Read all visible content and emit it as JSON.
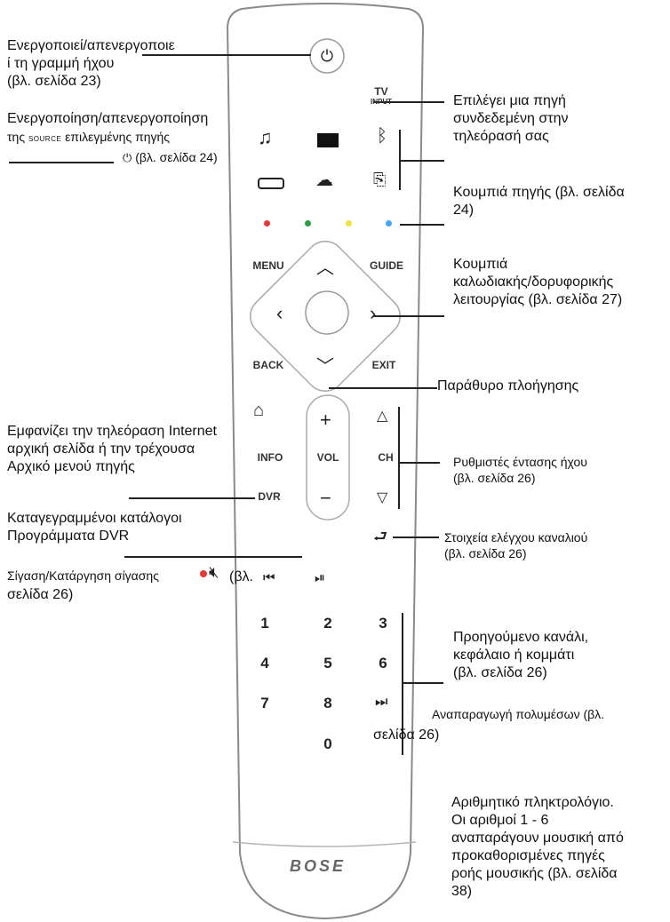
{
  "annotations": {
    "power_audio": [
      "Ενεργοποιεί/απενεργοποιε",
      "ί τη γραμμή ήχου",
      "(βλ. σελίδα 23)"
    ],
    "power_source": [
      "Ενεργοποίηση/απενεργοποίηση",
      "της",
      "SOURCE",
      "επιλεγμένης πηγής",
      "(βλ. σελίδα 24)"
    ],
    "tv_input": [
      "Επιλέγει μια πηγή",
      "συνδεδεμένη στην",
      "τηλεόρασή σας"
    ],
    "source_buttons": [
      "Κουμπιά πηγής (βλ. σελίδα",
      "24)"
    ],
    "cable_sat": [
      "Κουμπιά",
      "καλωδιακής/δορυφορικής",
      "λειτουργίας (βλ. σελίδα 27)"
    ],
    "nav_pad": "Παράθυρο πλοήγησης",
    "home": [
      "Εμφανίζει την τηλεόραση Internet",
      "αρχική σελίδα ή την τρέχουσα",
      "Αρχικό μενού πηγής"
    ],
    "volume": [
      "Ρυθμιστές έντασης ήχου",
      "(βλ. σελίδα 26)"
    ],
    "dvr": [
      "Καταγεγραμμένοι κατάλογοι",
      "Προγράμματα DVR"
    ],
    "channel": [
      "Στοιχεία ελέγχου καναλιού",
      "(βλ. σελίδα 26)"
    ],
    "mute": [
      "Σίγαση/Κατάργηση σίγασης",
      "(βλ.",
      "σελίδα 26)"
    ],
    "prev": [
      "Προηγούμενο κανάλι,",
      "κεφάλαιο ή κομμάτι",
      "(βλ. σελίδα 26)"
    ],
    "media": [
      "Αναπαραγωγή πολυμέσων (βλ.",
      "σελίδα 26)"
    ],
    "keypad": [
      "Αριθμητικό πληκτρολόγιο.",
      "Οι αριθμοί 1 - 6",
      "αναπαράγουν μουσική από",
      "προκαθορισμένες πηγές",
      "ροής μουσικής (βλ. σελίδα",
      "38)"
    ]
  },
  "remote": {
    "tv_input": [
      "TV",
      "INPUT"
    ],
    "menu": "MENU",
    "guide": "GUIDE",
    "back": "BACK",
    "exit": "EXIT",
    "info": "INFO",
    "vol": "VOL",
    "ch": "CH",
    "dvr": "DVR",
    "keys": [
      "1",
      "2",
      "3",
      "4",
      "5",
      "6",
      "7",
      "8",
      "0"
    ],
    "brand": "BOSE",
    "colors": {
      "red": "#e53935",
      "green": "#2e9d4a",
      "yellow": "#f2e23a",
      "blue": "#42a5f5"
    }
  }
}
